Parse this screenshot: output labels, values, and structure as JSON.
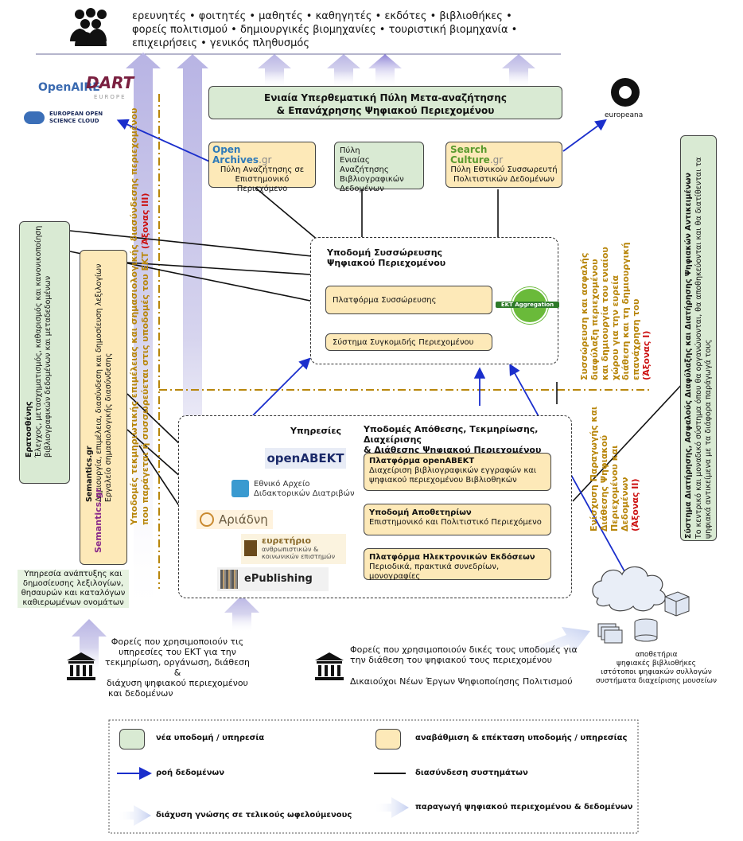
{
  "header": {
    "audience_line1": "ερευνητές • φοιτητές • μαθητές • καθηγητές • εκδότες • βιβλιοθήκες •",
    "audience_line2": "φορείς πολιτισμού • δημιουργικές βιομηχανίες • τουριστική βιομηχανία •",
    "audience_line3": "επιχειρήσεις • γενικός πληθυσμός"
  },
  "logos": {
    "openaire": "OpenAIRE",
    "dart": "DART",
    "dart_sub": "EUROPE",
    "eosc_line1": "EUROPEAN OPEN",
    "eosc_line2": "SCIENCE CLOUD",
    "europeana": "europeana"
  },
  "portal": {
    "line1": "Ενιαία Υπερθεματική Πύλη Μετα-αναζήτησης",
    "line2": "& Επανάχρησης Ψηφιακού Περιεχομένου"
  },
  "openarchives": {
    "logo_line1": "Open",
    "logo_line2": "Archives",
    "logo_suffix": ".gr",
    "line1": "Πύλη Αναζήτησης σε",
    "line2": "Επιστημονικό Περιεχόμενο"
  },
  "biblio_portal": {
    "line1": "Πύλη",
    "line2": "Ενιαίας Αναζήτησης",
    "line3": "Βιβλιογραφικών",
    "line4": "Δεδομένων"
  },
  "searchculture": {
    "logo_line1": "Search",
    "logo_line2": "Culture",
    "logo_suffix": ".gr",
    "line1": "Πύλη Εθνικού Συσσωρευτή",
    "line2": "Πολιτιστικών Δεδομένων"
  },
  "aggregation": {
    "title1": "Υποδομή Συσσώρευσης",
    "title2": "Ψηφιακού Περιεχομένου",
    "platform": "Πλατφόρμα Συσσώρευσης",
    "harvest": "Σύστημα Συγκομιδής Περιεχομένου",
    "badge": "EKT Aggregation"
  },
  "axis1": {
    "line1": "Συσσώρευση και ασφαλής",
    "line2": "διαφύλαξη περιεχομένου",
    "line3": "και δημιουργία του ενιαίου",
    "line4": "χώρου για την ευρεία",
    "line5": "διάθεση και τη δημιουργική",
    "line6": "επανάχρηση του",
    "label": "(Άξονας Ι)"
  },
  "axis2": {
    "line1": "Ενίσχυση Παραγωγής και",
    "line2": "Διάθεσης Ψηφιακού",
    "line3": "Περιεχομένου και",
    "line4": "Δεδομένων",
    "label": "(Άξονας ΙΙ)"
  },
  "axis3": {
    "line1": "Υποδομές τεκμηριωτικής επιμέλειας και σημασιολογικής διασύνδεσης περιεχομένου",
    "line2": "που παράγεται ή συσσωρεύεται στις υποδομές του ΕΚΤ",
    "label": "(Άξονας ΙΙΙ)"
  },
  "right_system": {
    "line1": "Σύστημα Διατήρησης, Ασφαλούς Διαφύλαξης και Διατήρησης Ψηφιακών Αντικειμένων",
    "line2": "Το κεντρικό και μοναδικό σύστημα όπου θα οργανώνονται, θα αποθηκεύονται και θα διατίθενται τα",
    "line3": "ψηφιακά αντικείμενα με τα διάφορα παράγωγά τους"
  },
  "eratosthenis": {
    "title": "Ερατοσθένης",
    "line1": "Έλεγχος, μετασχηματισμός, καθαρισμός και κανονικοποίηση",
    "line2": "βιβλιογραφικών δεδομένων και μεταδεδομένων"
  },
  "semantics": {
    "title": "Semantics.gr",
    "line1": "Δημιουργία, επιμέλεια, διασύνδεση και δημοσίευση λεξιλογίων",
    "line2": "Εργαλείο σημασιολογικής διασύνδεσης",
    "logo": "Semantics.gr"
  },
  "vocab_service": {
    "line1": "Υπηρεσία ανάπτυξης και",
    "line2": "δημοσίευσης λεξιλογίων,",
    "line3": "θησαυρών και καταλόγων",
    "line4": "καθιερωμένων ονομάτων"
  },
  "services": {
    "title": "Υπηρεσίες",
    "openabekt": "openABEKT",
    "didaktorika_line1": "Εθνικό Αρχείο",
    "didaktorika_line2": "Διδακτορικών Διατριβών",
    "ariadni": "Αριάδνη",
    "euretirio_line1": "ευρετήριο",
    "euretirio_line2": "ανθρωπιστικών &",
    "euretirio_line3": "κοινωνικών επιστημών",
    "epublishing": "ePublishing"
  },
  "infra": {
    "title_line1": "Υποδομές Απόθεσης, Τεκμηρίωσης, Διαχείρισης",
    "title_line2": "& Διάθεσης Ψηφιακού Περιεχομένου",
    "item1_title": "Πλατφόρμα openABEKT",
    "item1_line1": "Διαχείριση βιβλιογραφικών εγγραφών και",
    "item1_line2": "ψηφιακού περιεχομένου Βιβλιοθηκών",
    "item2_title": "Υποδομή Αποθετηρίων",
    "item2_line1": "Επιστημονικό και Πολιτιστικό  Περιεχόμενο",
    "item3_title": "Πλατφόρμα Ηλεκτρονικών Εκδόσεων",
    "item3_line1": "Περιοδικά, πρακτικά  συνεδρίων, μονογραφίες"
  },
  "bottom": {
    "orgs1_line1": "Φορείς που χρησιμοποιούν τις",
    "orgs1_line2": "υπηρεσίες του ΕΚΤ για την",
    "orgs1_line3": "τεκμηρίωση, οργάνωση, διάθεση &",
    "orgs1_line4": "διάχυση ψηφιακού  περιεχομένου",
    "orgs1_line5": "και  δεδομένων",
    "orgs2_line1": "Φορείς που χρησιμοποιούν δικές τους υποδομές για",
    "orgs2_line2": "την διάθεση του ψηφιακού τους  περιεχομένου",
    "orgs2_line3": "Δικαιούχοι Νέων Έργων Ψηφιοποίησης Πολιτισμού",
    "repos_line1": "αποθετήρια",
    "repos_line2": "ψηφιακές βιβλιοθήκες",
    "repos_line3": "ιστότοποι ψηφιακών συλλογών",
    "repos_line4": "συστήματα διαχείρισης μουσείων"
  },
  "legend": {
    "new_infra": "νέα υποδομή / υπηρεσία",
    "upgrade": "αναβάθμιση & επέκταση υποδομής / υπηρεσίας",
    "data_flow": "ροή δεδομένων",
    "interconnect": "διασύνδεση συστημάτων",
    "diffusion": "διάχυση γνώσης σε τελικούς ωφελούμενους",
    "production": "παραγωγή ψηφιακού περιεχομένου & δεδομένων"
  },
  "colors": {
    "green_box": "#d9ead3",
    "yellow_box": "#fde9b8",
    "blue_arrow": "#1a2ecc",
    "axis_gold": "#b8860b",
    "axis_red": "#cc1111",
    "fade_arrow": "#c9c6e8"
  }
}
